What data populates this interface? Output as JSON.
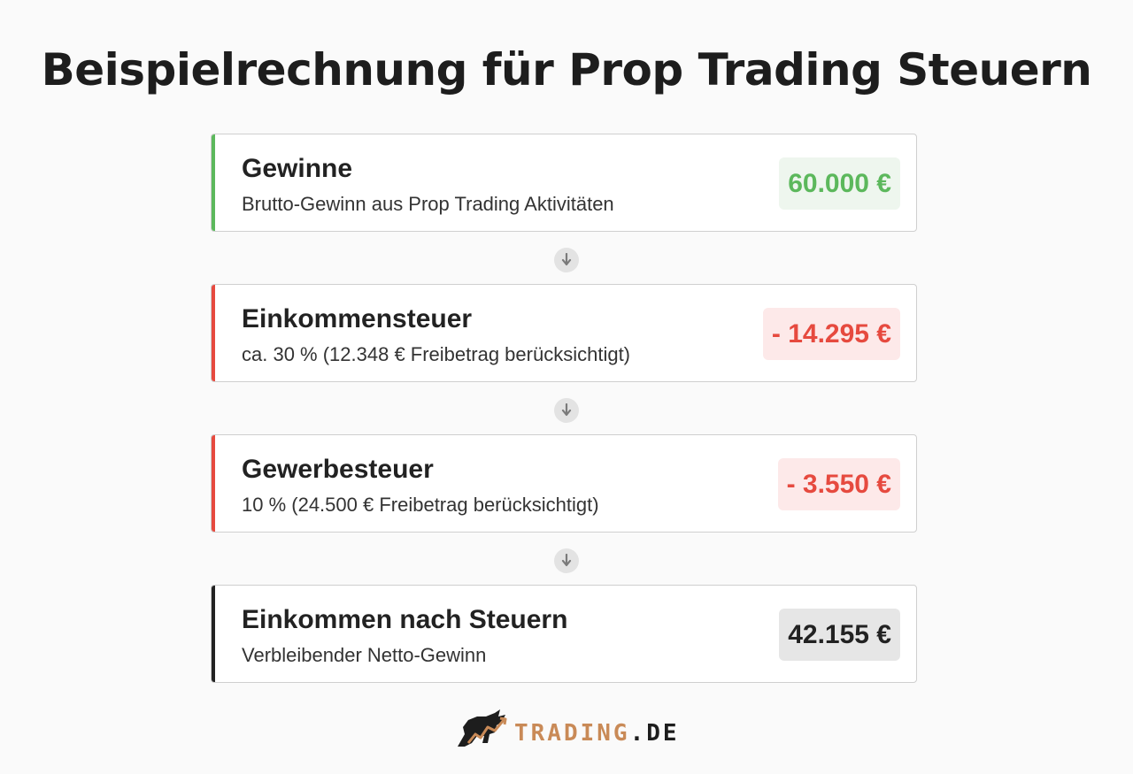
{
  "title": "Beispielrechnung für Prop Trading Steuern",
  "steps": [
    {
      "heading": "Gewinne",
      "subtitle": "Brutto-Gewinn aus Prop Trading Aktivitäten",
      "amount": "60.000 €",
      "accent_color": "#5cb85c",
      "amount_color": "#5cb85c",
      "amount_bg": "#eef6ee"
    },
    {
      "heading": "Einkommensteuer",
      "subtitle": "ca. 30 % (12.348 € Freibetrag berücksichtigt)",
      "amount": "- 14.295 €",
      "accent_color": "#e64a3f",
      "amount_color": "#e64a3f",
      "amount_bg": "#fde9e9"
    },
    {
      "heading": "Gewerbesteuer",
      "subtitle": "10 % (24.500 € Freibetrag berücksichtigt)",
      "amount": "- 3.550 €",
      "accent_color": "#e64a3f",
      "amount_color": "#e64a3f",
      "amount_bg": "#fde9e9"
    },
    {
      "heading": "Einkommen nach Steuern",
      "subtitle": "Verbleibender Netto-Gewinn",
      "amount": "42.155 €",
      "accent_color": "#222222",
      "amount_color": "#222222",
      "amount_bg": "#e6e6e6"
    }
  ],
  "connector_icon": "arrow-down-icon",
  "logo": {
    "text_main": "TRADING",
    "text_suffix": ".DE",
    "main_color": "#c98a57",
    "suffix_color": "#1d1d1d",
    "icon": "bull-icon"
  }
}
